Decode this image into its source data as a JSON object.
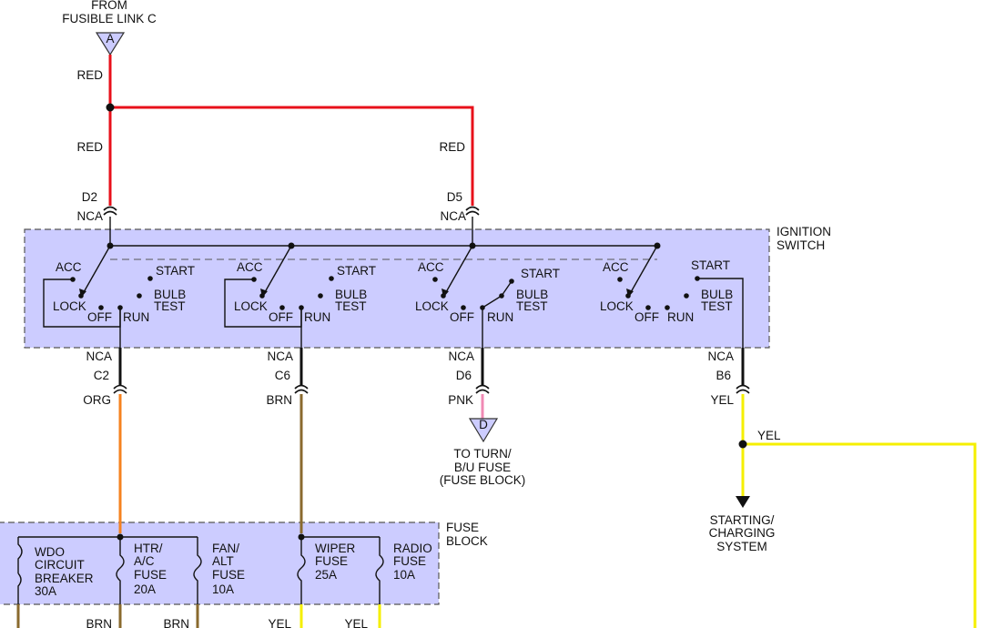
{
  "colors": {
    "red": "#e8101a",
    "orange": "#f5821f",
    "brown": "#8a6a2e",
    "pink": "#f08ab4",
    "yellow": "#f5ef00",
    "black": "#111111",
    "component_fill": "#ccccff",
    "component_border": "#555555"
  },
  "source": {
    "line1": "FROM",
    "line2": "FUSIBLE LINK C",
    "connector": "A"
  },
  "wire_colors": {
    "red_a": "RED",
    "red_b": "RED",
    "red_c": "RED",
    "org": "ORG",
    "brn": "BRN",
    "pnk": "PNK",
    "yel_a": "YEL",
    "yel_b": "YEL"
  },
  "ignition_switch": {
    "title_line1": "IGNITION",
    "title_line2": "SWITCH",
    "input_pins": [
      {
        "pin": "D2",
        "code": "NCA"
      },
      {
        "pin": "D5",
        "code": "NCA"
      }
    ],
    "sections": [
      {
        "acc": "ACC",
        "start": "START",
        "bulb1": "BULB",
        "bulb2": "TEST",
        "lock": "LOCK",
        "off": "OFF",
        "run": "RUN"
      },
      {
        "acc": "ACC",
        "start": "START",
        "bulb1": "BULB",
        "bulb2": "TEST",
        "lock": "LOCK",
        "off": "OFF",
        "run": "RUN"
      },
      {
        "acc": "ACC",
        "start": "START",
        "bulb1": "BULB",
        "bulb2": "TEST",
        "lock": "LOCK",
        "off": "OFF",
        "run": "RUN"
      },
      {
        "acc": "ACC",
        "start": "START",
        "bulb1": "BULB",
        "bulb2": "TEST",
        "lock": "LOCK",
        "off": "OFF",
        "run": "RUN"
      }
    ],
    "output_pins": [
      {
        "pin": "C2",
        "code": "NCA"
      },
      {
        "pin": "C6",
        "code": "NCA"
      },
      {
        "pin": "D6",
        "code": "NCA"
      },
      {
        "pin": "B6",
        "code": "NCA"
      }
    ]
  },
  "turn_fuse": {
    "connector": "D",
    "line1": "TO TURN/",
    "line2": "B/U FUSE",
    "line3": "(FUSE BLOCK)"
  },
  "starting_system": {
    "line1": "STARTING/",
    "line2": "CHARGING",
    "line3": "SYSTEM"
  },
  "fuse_block": {
    "title_line1": "FUSE",
    "title_line2": "BLOCK",
    "fuses": [
      {
        "lines": [
          "WDO",
          "CIRCUIT",
          "BREAKER",
          "30A"
        ]
      },
      {
        "lines": [
          "HTR/",
          "A/C",
          "FUSE",
          "20A"
        ]
      },
      {
        "lines": [
          "FAN/",
          "ALT",
          "FUSE",
          "10A"
        ]
      },
      {
        "lines": [
          "WIPER",
          "FUSE",
          "25A"
        ]
      },
      {
        "lines": [
          "RADIO",
          "FUSE",
          "10A"
        ]
      }
    ],
    "bottom_wires": [
      "BRN",
      "BRN",
      "YEL",
      "YEL"
    ]
  }
}
